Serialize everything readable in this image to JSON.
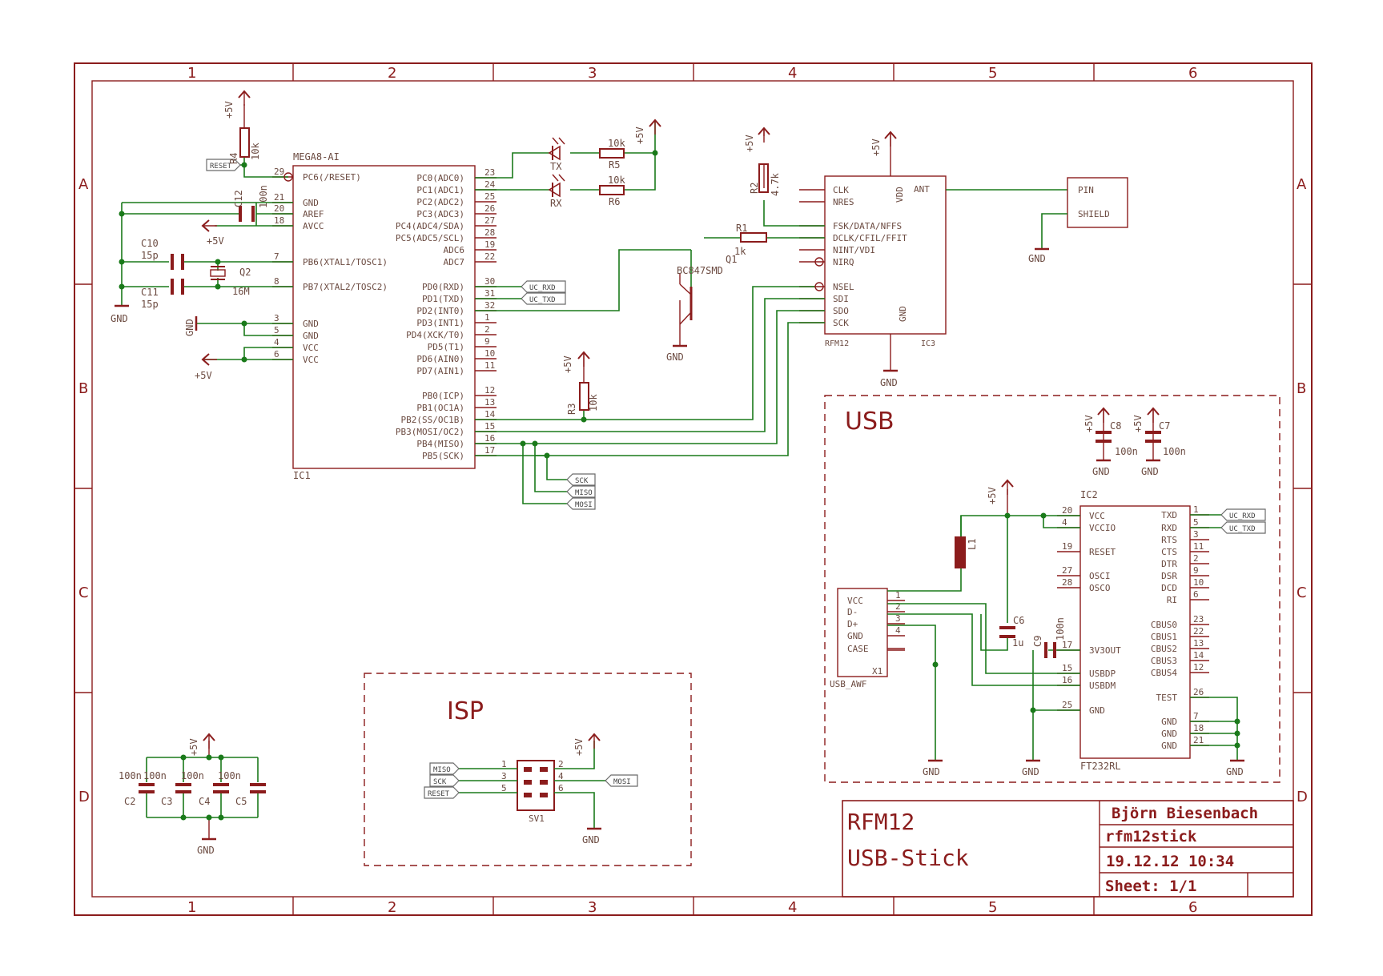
{
  "frame": {
    "cols": [
      "1",
      "2",
      "3",
      "4",
      "5",
      "6"
    ],
    "rows": [
      "A",
      "B",
      "C",
      "D"
    ]
  },
  "titleblock": {
    "project": "RFM12",
    "subtitle": "USB-Stick",
    "author": "Björn Biesenbach",
    "file": "rfm12stick",
    "date": "19.12.12 10:34",
    "sheet": "Sheet: 1/1"
  },
  "sections": {
    "usb": "USB",
    "isp": "ISP"
  },
  "ic1": {
    "name": "IC1",
    "part": "MEGA8-AI",
    "left_pins": [
      {
        "num": "29",
        "name": "PC6(/RESET)"
      },
      {
        "num": "21",
        "name": "GND"
      },
      {
        "num": "20",
        "name": "AREF"
      },
      {
        "num": "18",
        "name": "AVCC"
      },
      {
        "num": "7",
        "name": "PB6(XTAL1/TOSC1)"
      },
      {
        "num": "8",
        "name": "PB7(XTAL2/TOSC2)"
      },
      {
        "num": "3",
        "name": "GND"
      },
      {
        "num": "5",
        "name": "GND"
      },
      {
        "num": "4",
        "name": "VCC"
      },
      {
        "num": "6",
        "name": "VCC"
      }
    ],
    "right_pins": [
      {
        "num": "23",
        "name": "PC0(ADC0)"
      },
      {
        "num": "24",
        "name": "PC1(ADC1)"
      },
      {
        "num": "25",
        "name": "PC2(ADC2)"
      },
      {
        "num": "26",
        "name": "PC3(ADC3)"
      },
      {
        "num": "27",
        "name": "PC4(ADC4/SDA)"
      },
      {
        "num": "28",
        "name": "PC5(ADC5/SCL)"
      },
      {
        "num": "19",
        "name": "ADC6"
      },
      {
        "num": "22",
        "name": "ADC7"
      },
      {
        "num": "30",
        "name": "PD0(RXD)"
      },
      {
        "num": "31",
        "name": "PD1(TXD)"
      },
      {
        "num": "32",
        "name": "PD2(INT0)"
      },
      {
        "num": "1",
        "name": "PD3(INT1)"
      },
      {
        "num": "2",
        "name": "PD4(XCK/T0)"
      },
      {
        "num": "9",
        "name": "PD5(T1)"
      },
      {
        "num": "10",
        "name": "PD6(AIN0)"
      },
      {
        "num": "11",
        "name": "PD7(AIN1)"
      },
      {
        "num": "12",
        "name": "PB0(ICP)"
      },
      {
        "num": "13",
        "name": "PB1(OC1A)"
      },
      {
        "num": "14",
        "name": "PB2(SS/OC1B)"
      },
      {
        "num": "15",
        "name": "PB3(MOSI/OC2)"
      },
      {
        "num": "16",
        "name": "PB4(MISO)"
      },
      {
        "num": "17",
        "name": "PB5(SCK)"
      }
    ]
  },
  "ic3": {
    "name": "IC3",
    "part": "RFM12",
    "left_pins": [
      "CLK",
      "NRES",
      "FSK/DATA/NFFS",
      "DCLK/CFIL/FFIT",
      "NINT/VDI",
      "NIRQ",
      "NSEL",
      "SDI",
      "SDO",
      "SCK"
    ],
    "vdd": "VDD",
    "ant": "ANT",
    "gnd": "GND"
  },
  "antenna": {
    "pin": "PIN",
    "shield": "SHIELD"
  },
  "ic2": {
    "name": "IC2",
    "part": "FT232RL",
    "left_pins": [
      {
        "num": "20",
        "name": "VCC"
      },
      {
        "num": "4",
        "name": "VCCIO"
      },
      {
        "num": "19",
        "name": "RESET"
      },
      {
        "num": "27",
        "name": "OSCI"
      },
      {
        "num": "28",
        "name": "OSCO"
      },
      {
        "num": "17",
        "name": "3V3OUT"
      },
      {
        "num": "15",
        "name": "USBDP"
      },
      {
        "num": "16",
        "name": "USBDM"
      },
      {
        "num": "25",
        "name": "GND"
      }
    ],
    "right_pins": [
      {
        "num": "1",
        "name": "TXD"
      },
      {
        "num": "5",
        "name": "RXD"
      },
      {
        "num": "3",
        "name": "RTS"
      },
      {
        "num": "11",
        "name": "CTS"
      },
      {
        "num": "2",
        "name": "DTR"
      },
      {
        "num": "9",
        "name": "DSR"
      },
      {
        "num": "10",
        "name": "DCD"
      },
      {
        "num": "6",
        "name": "RI"
      },
      {
        "num": "23",
        "name": "CBUS0"
      },
      {
        "num": "22",
        "name": "CBUS1"
      },
      {
        "num": "13",
        "name": "CBUS2"
      },
      {
        "num": "14",
        "name": "CBUS3"
      },
      {
        "num": "12",
        "name": "CBUS4"
      },
      {
        "num": "26",
        "name": "TEST"
      },
      {
        "num": "7",
        "name": "GND"
      },
      {
        "num": "18",
        "name": "GND"
      },
      {
        "num": "21",
        "name": "GND"
      }
    ]
  },
  "x1": {
    "name": "X1",
    "part": "USB_AWF",
    "pins": [
      {
        "num": "1",
        "name": "VCC"
      },
      {
        "num": "2",
        "name": "D-"
      },
      {
        "num": "3",
        "name": "D+"
      },
      {
        "num": "4",
        "name": "GND"
      },
      {
        "num": "",
        "name": "CASE"
      }
    ]
  },
  "sv1": {
    "name": "SV1",
    "pins_left": [
      "1",
      "3",
      "5"
    ],
    "pins_right": [
      "2",
      "4",
      "6"
    ],
    "labels_left": [
      "MISO",
      "SCK",
      "RESET"
    ],
    "label_right": "MOSI"
  },
  "net_labels": {
    "reset": "RESET",
    "uc_rxd": "UC_RXD",
    "uc_txd": "UC_TXD",
    "sck": "SCK",
    "miso": "MISO",
    "mosi": "MOSI"
  },
  "supply": {
    "vcc": "+5V",
    "gnd": "GND"
  },
  "components": {
    "r4": {
      "name": "R4",
      "value": "10k"
    },
    "r5": {
      "name": "R5",
      "value": "10k"
    },
    "r6": {
      "name": "R6",
      "value": "10k"
    },
    "r2": {
      "name": "R2",
      "value": "4.7k"
    },
    "r1": {
      "name": "R1",
      "value": "1k"
    },
    "r3": {
      "name": "R3",
      "value": "10k"
    },
    "tx": "TX",
    "rx": "RX",
    "q1": {
      "name": "Q1",
      "part": "BC847SMD"
    },
    "q2": {
      "name": "Q2",
      "value": "16M"
    },
    "c10": {
      "name": "C10",
      "value": "15p"
    },
    "c11": {
      "name": "C11",
      "value": "15p"
    },
    "c12": {
      "name": "C12",
      "value": "100n"
    },
    "c8": {
      "name": "C8",
      "value": "100n"
    },
    "c7": {
      "name": "C7",
      "value": "100n"
    },
    "c6": {
      "name": "C6",
      "value": "1u"
    },
    "c9": {
      "name": "C9",
      "value": "100n"
    },
    "l1": "L1",
    "decoupling": [
      {
        "name": "C2",
        "value": "100n"
      },
      {
        "name": "C3",
        "value": "100n"
      },
      {
        "name": "C4",
        "value": "100n"
      },
      {
        "name": "C5",
        "value": "100n"
      }
    ]
  }
}
